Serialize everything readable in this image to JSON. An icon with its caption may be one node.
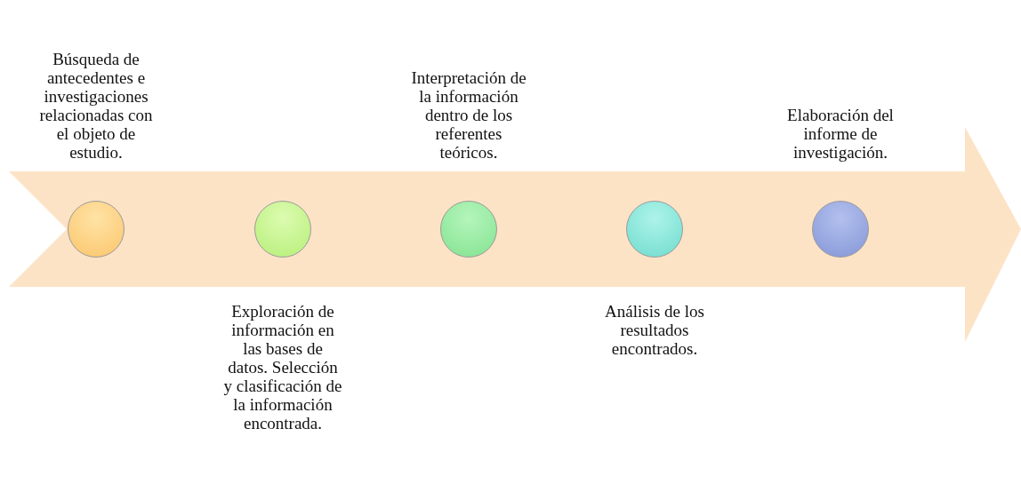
{
  "diagram": {
    "nodes": [
      {
        "text": [],
        "shape": "circle",
        "beside": [
          "Búsqueda de antecedentes e investigaciones relacionadas con el objeto de estudio."
        ]
      },
      {
        "text": [],
        "shape": "circle",
        "beside": [
          "Exploración de información en las bases de datos. Selección y clasificación de la información encontrada."
        ]
      },
      {
        "text": [],
        "shape": "circle",
        "beside": [
          "Interpretación de la información dentro de los referentes teóricos."
        ]
      },
      {
        "text": [],
        "shape": "circle",
        "beside": [
          "Análisis de los resultados encontrados."
        ]
      },
      {
        "text": [],
        "shape": "circle",
        "beside": [
          "Elaboración del informe de investigación."
        ]
      }
    ]
  }
}
